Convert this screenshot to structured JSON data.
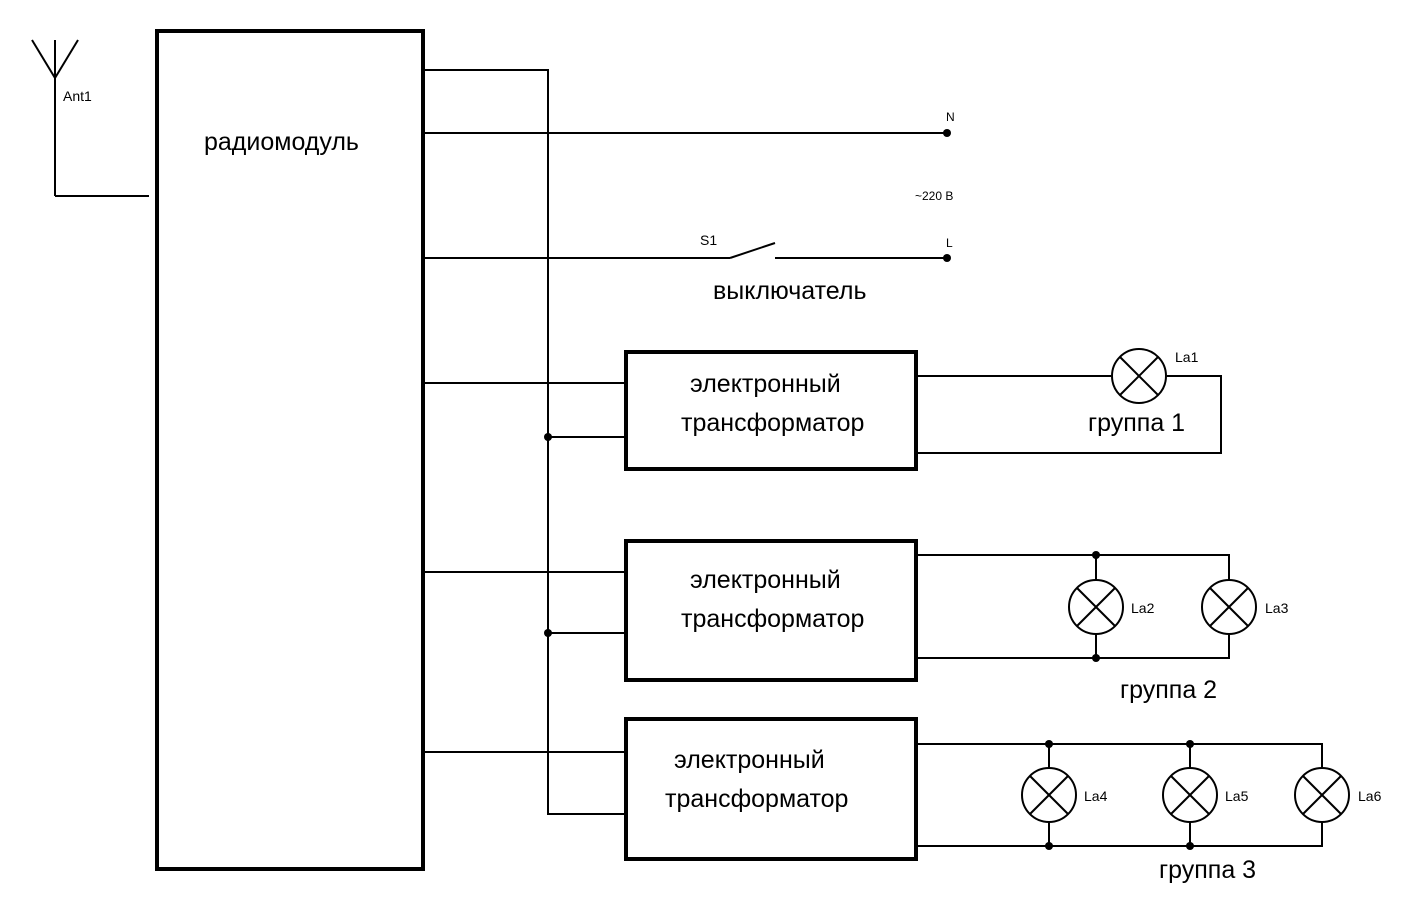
{
  "diagram": {
    "type": "electrical-schematic",
    "antenna": {
      "label": "Ant1"
    },
    "radio_module": {
      "label": "радиомодуль"
    },
    "mains": {
      "neutral_label": "N",
      "line_label": "L",
      "voltage_label": "~220 В"
    },
    "switch": {
      "designator": "S1",
      "label": "выключатель"
    },
    "transformers": [
      {
        "line1": "электронный",
        "line2": "трансформатор"
      },
      {
        "line1": "электронный",
        "line2": "трансформатор"
      },
      {
        "line1": "электронный",
        "line2": "трансформатор"
      }
    ],
    "groups": [
      {
        "label": "группа 1",
        "lamps": [
          "La1"
        ]
      },
      {
        "label": "группа 2",
        "lamps": [
          "La2",
          "La3"
        ]
      },
      {
        "label": "группа 3",
        "lamps": [
          "La4",
          "La5",
          "La6"
        ]
      }
    ]
  }
}
